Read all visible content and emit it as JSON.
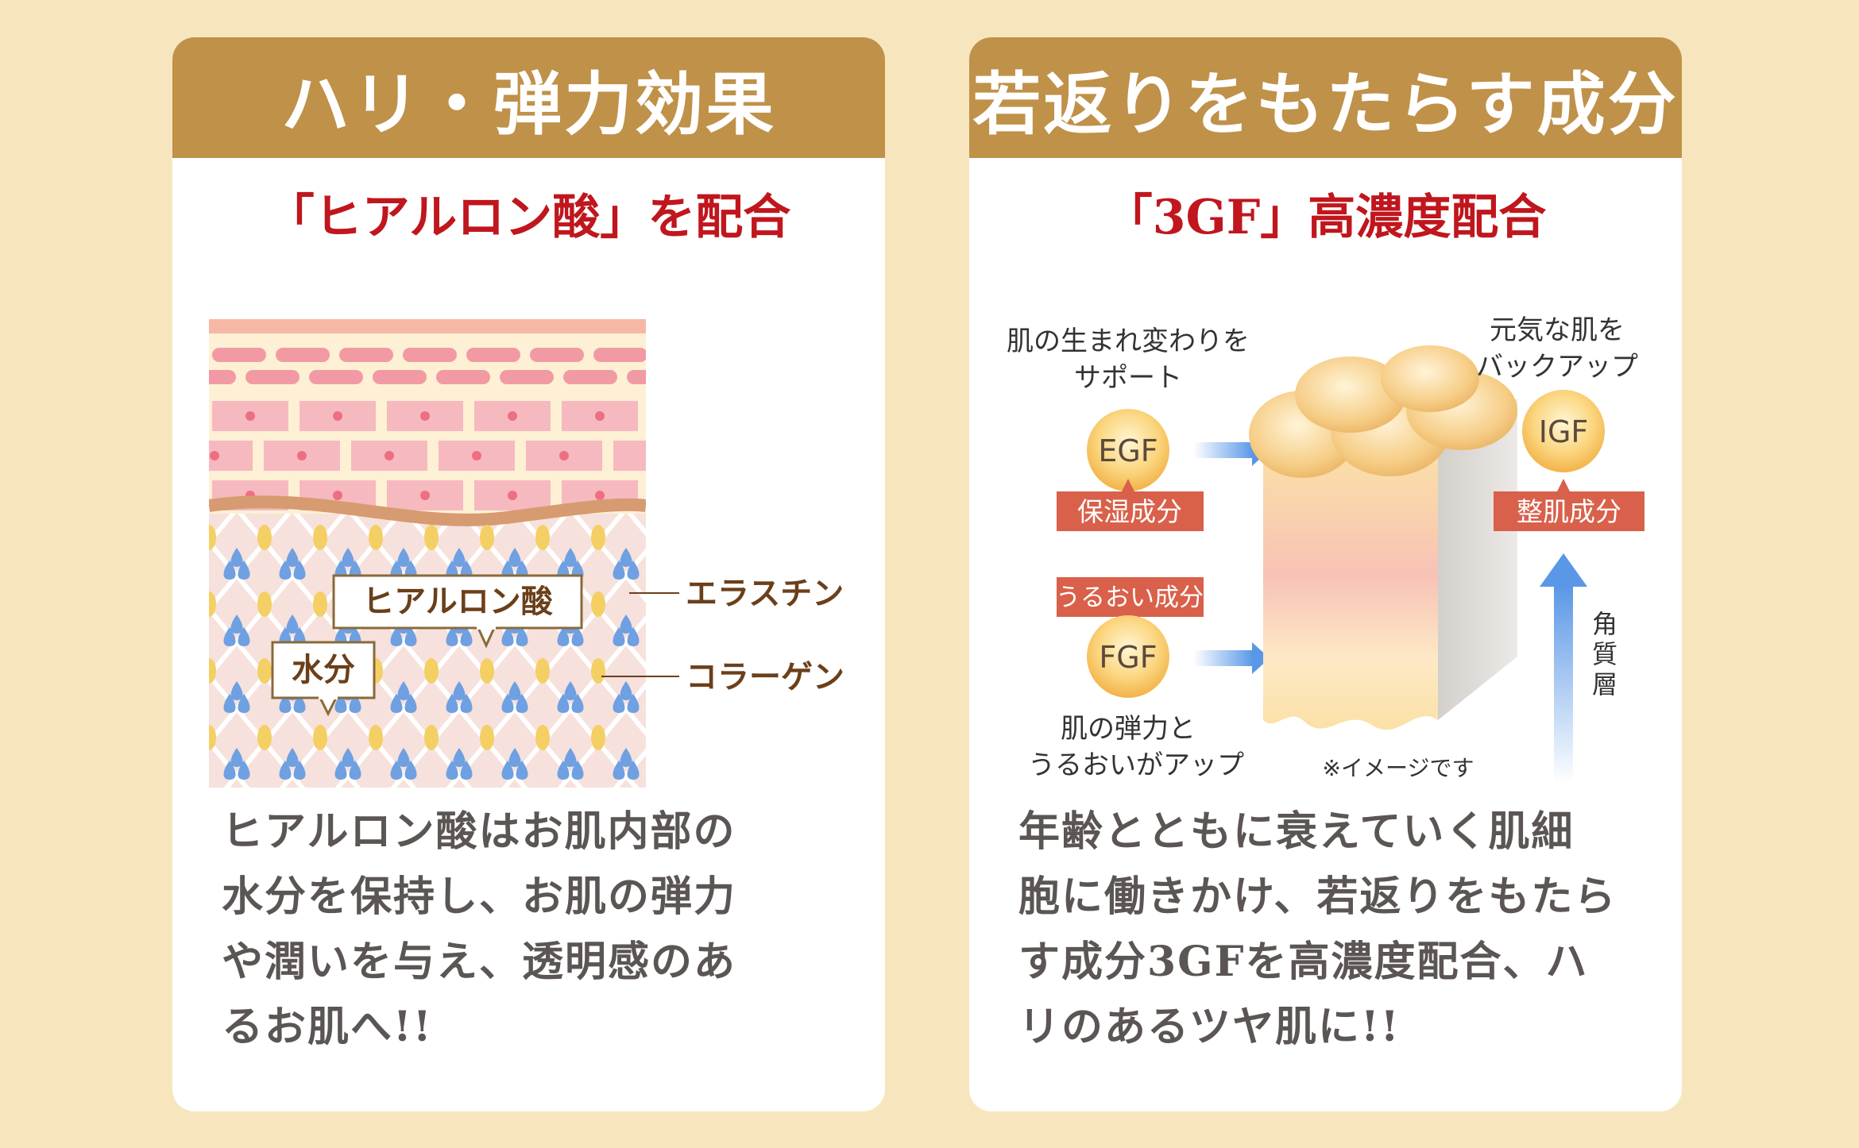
{
  "left_card": {
    "title": "ハリ・弾力効果",
    "subtitle": "「ヒアルロン酸」を配合",
    "labels": {
      "hyaluronic": "ヒアルロン酸",
      "water": "水分",
      "elastin": "エラスチン",
      "collagen": "コラーゲン"
    },
    "body_lines": [
      "ヒアルロン酸はお肌内部の",
      "水分を保持し、お肌の弾力",
      "や潤いを与え、透明感のあ",
      "るお肌へ!!"
    ]
  },
  "right_card": {
    "title": "若返りをもたらす成分",
    "subtitle": "「3GF」高濃度配合",
    "diagram": {
      "egf_caption_1": "肌の生まれ変わりを",
      "egf_caption_2": "サポート",
      "egf": "EGF",
      "egf_tag": "保湿成分",
      "fgf_tag": "うるおい成分",
      "fgf": "FGF",
      "fgf_caption_1": "肌の弾力と",
      "fgf_caption_2": "うるおいがアップ",
      "igf_caption_1": "元気な肌を",
      "igf_caption_2": "バックアップ",
      "igf": "IGF",
      "igf_tag": "整肌成分",
      "stratum_1": "角",
      "stratum_2": "質",
      "stratum_3": "層",
      "note": "※イメージです"
    },
    "body_lines": [
      "年齢とともに衰えていく肌細",
      "胞に働きかけ、若返りをもたら",
      "す成分3GFを高濃度配合、ハ",
      "リのあるツヤ肌に!!"
    ]
  },
  "colors": {
    "background": "#f7e6bd",
    "header": "#bf9149",
    "accent_red": "#c0161d",
    "label_brown": "#6b3f1a",
    "tag_red": "#d9604a"
  }
}
